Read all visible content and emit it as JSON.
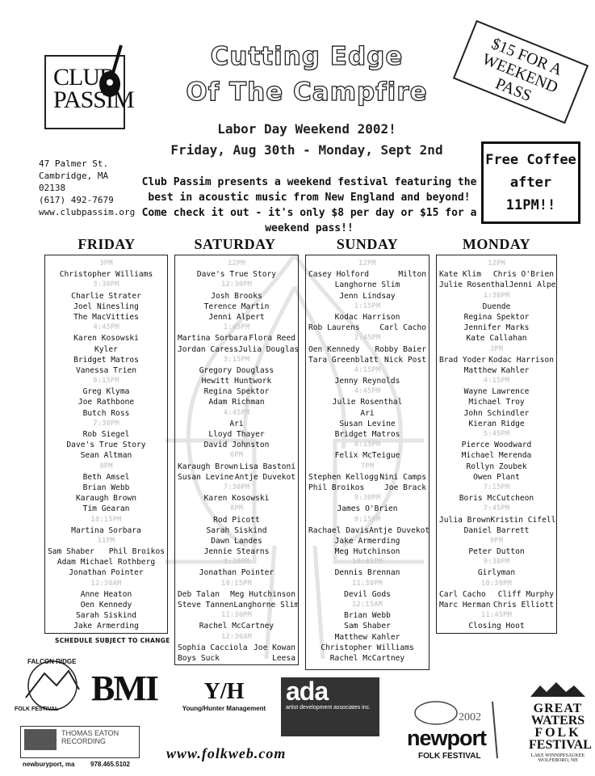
{
  "header": {
    "logo_line1": "CLUB",
    "logo_line2": "PASSIM",
    "title_line1": "Cutting Edge",
    "title_line2": "Of The Campfire",
    "subtitle1": "Labor Day Weekend 2002!",
    "subtitle2": "Friday, Aug 30th - Monday, Sept 2nd",
    "pass_badge": "$15 FOR A WEEKEND PASS",
    "coffee_line1": "Free Coffee",
    "coffee_line2": "after",
    "coffee_line3": "11PM!!",
    "address": [
      "47 Palmer St.",
      "Cambridge, MA",
      "02138",
      "(617) 492-7679",
      "www.clubpassim.org"
    ],
    "intro": "Club Passim presents a weekend festival featuring the best in acoustic music from New England and beyond! Come check it out - it's only $8 per day or $15 for a weekend pass!!"
  },
  "days": [
    {
      "name": "FRIDAY",
      "rows": [
        {
          "t": "3PM"
        },
        {
          "a": "Christopher Williams"
        },
        {
          "t": "3:30PM"
        },
        {
          "a": "Charlie Strater"
        },
        {
          "a": "Joel Ninesling"
        },
        {
          "a": "The MacVitties"
        },
        {
          "t": "4:45PM"
        },
        {
          "a": "Karen Kosowski"
        },
        {
          "a": "Kyler"
        },
        {
          "a": "Bridget Matros"
        },
        {
          "a": "Vanessa Trien"
        },
        {
          "t": "6:15PM"
        },
        {
          "a": "Greg Klyma"
        },
        {
          "a": "Joe Rathbone"
        },
        {
          "a": "Butch Ross"
        },
        {
          "t": "7:30PM"
        },
        {
          "a": "Rob Siegel"
        },
        {
          "a": "Dave's True Story"
        },
        {
          "a": "Sean Altman"
        },
        {
          "t": "9PM"
        },
        {
          "a": "Beth Amsel"
        },
        {
          "a": "Brian Webb"
        },
        {
          "a": "Karaugh Brown"
        },
        {
          "a": "Tim Gearan"
        },
        {
          "t": "10:15PM"
        },
        {
          "a": "Martina Sorbara"
        },
        {
          "t": "11PM"
        },
        {
          "l": "Sam Shaber",
          "r": "Phil Broikos"
        },
        {
          "a": "Adam Michael Rothberg"
        },
        {
          "a": "Jonathan Pointer"
        },
        {
          "t": "12:30AM"
        },
        {
          "a": "Anne Heaton"
        },
        {
          "a": "Oen Kennedy"
        },
        {
          "a": "Sarah Siskind"
        },
        {
          "a": "Jake Armerding"
        }
      ]
    },
    {
      "name": "SATURDAY",
      "rows": [
        {
          "t": "12PM"
        },
        {
          "a": "Dave's True Story"
        },
        {
          "t": "12:30PM"
        },
        {
          "a": "Josh Brooks"
        },
        {
          "a": "Terence Martin"
        },
        {
          "a": "Jenni Alpert"
        },
        {
          "t": "1:45PM"
        },
        {
          "l": "Martina Sorbara",
          "r": "Flora Reed"
        },
        {
          "l": "Jordan Caress",
          "r": "Julia Douglass"
        },
        {
          "t": "3:15PM"
        },
        {
          "a": "Gregory Douglass"
        },
        {
          "a": "Hewitt Huntwork"
        },
        {
          "a": "Regina Spektor"
        },
        {
          "a": "Adam Richman"
        },
        {
          "t": "4:45PM"
        },
        {
          "a": "Ari"
        },
        {
          "a": "Lloyd Thayer"
        },
        {
          "a": "David Johnston"
        },
        {
          "t": "6PM"
        },
        {
          "l": "Karaugh Brown",
          "r": "Lisa Bastoni"
        },
        {
          "l": "Susan Levine",
          "r": "Antje Duvekot"
        },
        {
          "t": "7:30PM"
        },
        {
          "a": "Karen Kosowski"
        },
        {
          "t": "8PM"
        },
        {
          "a": "Rod Picott"
        },
        {
          "a": "Sarah Siskind"
        },
        {
          "a": "Dawn Landes"
        },
        {
          "a": "Jennie Stearns"
        },
        {
          "t": "9:30PM"
        },
        {
          "a": "Jonathan Pointer"
        },
        {
          "t": "10:15PM"
        },
        {
          "l": "Deb Talan",
          "r": "Meg Hutchinson"
        },
        {
          "l": "Steve Tannen",
          "r": "Langhorne Slim"
        },
        {
          "t": "11:30PM"
        },
        {
          "a": "Rachel McCartney"
        },
        {
          "t": "12:30AM"
        },
        {
          "l": "Sophia Cacciola",
          "r": "Joe Kowan"
        },
        {
          "l": "Boys Suck",
          "r": "Leesa"
        }
      ]
    },
    {
      "name": "SUNDAY",
      "rows": [
        {
          "t": "12PM"
        },
        {
          "l": "Casey Holford",
          "r": "Milton"
        },
        {
          "a": "Langhorne Slim"
        },
        {
          "a": "Jenn Lindsay"
        },
        {
          "t": "1:15PM"
        },
        {
          "a": "Kodac Harrison"
        },
        {
          "l": "Rob Laurens",
          "r": "Carl Cacho"
        },
        {
          "t": "2:45PM"
        },
        {
          "l": "Oen Kennedy",
          "r": "Robby Baier"
        },
        {
          "l": "Tara Greenblatt",
          "r": "Nick Post"
        },
        {
          "t": "4:15PM"
        },
        {
          "a": "Jenny Reynolds"
        },
        {
          "t": "4:45PM"
        },
        {
          "a": "Julie Rosenthal"
        },
        {
          "a": "Ari"
        },
        {
          "a": "Susan Levine"
        },
        {
          "a": "Bridget Matros"
        },
        {
          "t": "6:15PM"
        },
        {
          "a": "Felix McTeigue"
        },
        {
          "t": "7PM"
        },
        {
          "l": "Stephen Kellogg",
          "r": "Nini Camps"
        },
        {
          "l": "Phil Broikos",
          "r": "Joe Brack"
        },
        {
          "t": "8:30PM"
        },
        {
          "a": "James O'Brien"
        },
        {
          "t": "9:15PM"
        },
        {
          "l": "Rachael Davis",
          "r": "Antje Duvekot"
        },
        {
          "a": "Jake Armerding"
        },
        {
          "a": "Meg Hutchinson"
        },
        {
          "t": "10:45PM"
        },
        {
          "a": "Dennis Brennan"
        },
        {
          "t": "11:30PM"
        },
        {
          "a": "Devil Gods"
        },
        {
          "t": "12:15AM"
        },
        {
          "a": "Brian Webb"
        },
        {
          "a": "Sam Shaber"
        },
        {
          "a": "Matthew Kahler"
        },
        {
          "a": "Christopher Williams"
        },
        {
          "a": "Rachel McCartney"
        }
      ]
    },
    {
      "name": "MONDAY",
      "rows": [
        {
          "t": "12PM"
        },
        {
          "l": "Kate Klim",
          "r": "Chris O'Brien"
        },
        {
          "l": "Julie Rosenthal",
          "r": "Jenni Alpert"
        },
        {
          "t": "1:30PM"
        },
        {
          "a": "Duende"
        },
        {
          "a": "Regina Spektor"
        },
        {
          "a": "Jennifer Marks"
        },
        {
          "a": "Kate Callahan"
        },
        {
          "t": "3PM"
        },
        {
          "l": "Brad Yoder",
          "r": "Kodac Harrison"
        },
        {
          "a": "Matthew Kahler"
        },
        {
          "t": "4:15PM"
        },
        {
          "a": "Wayne Lawrence"
        },
        {
          "a": "Michael Troy"
        },
        {
          "a": "John Schindler"
        },
        {
          "a": "Kieran Ridge"
        },
        {
          "t": "5:45PM"
        },
        {
          "a": "Pierce Woodward"
        },
        {
          "a": "Michael Merenda"
        },
        {
          "a": "Rollyn Zoubek"
        },
        {
          "a": "Owen Plant"
        },
        {
          "t": "7:15PM"
        },
        {
          "a": "Boris McCutcheon"
        },
        {
          "t": "7:45PM"
        },
        {
          "l": "Julia Brown",
          "r": "Kristin Cifelli"
        },
        {
          "a": "Daniel Barrett"
        },
        {
          "t": "9PM"
        },
        {
          "a": "Peter Dutton"
        },
        {
          "t": "9:30PM"
        },
        {
          "a": "Girlyman"
        },
        {
          "t": "10:30PM"
        },
        {
          "l": "Carl Cacho",
          "r": "Cliff Murphy"
        },
        {
          "l": "Marc Herman",
          "r": "Chris Elliott"
        },
        {
          "t": "11:45PM"
        },
        {
          "a": "Closing Hoot"
        }
      ]
    }
  ],
  "schedule_note": "SCHEDULE SUBJECT TO CHANGE",
  "sponsors": {
    "falcon_top": "FALCON RIDGE",
    "falcon_bottom": "FOLK FESTIVAL",
    "bmi": "BMI",
    "yh_mark": "Y/H",
    "yh_name": "Young/Hunter Management",
    "ada_mark": "ada",
    "ada_name": "artist development associates inc.",
    "newport_year": "2002",
    "newport_name": "newport",
    "newport_sub": "FOLK FESTIVAL",
    "thomas_name": "THOMAS EATON RECORDING",
    "thomas_city": "newburyport, ma",
    "thomas_phone": "978.465.5102",
    "gw_lines": [
      "GREAT",
      "WATERS",
      "FOLK",
      "FESTIVAL"
    ],
    "gw_sub1": "LAKE WINNIPESAUKEE",
    "gw_sub2": "WOLFEBORO, NH"
  },
  "footer_url": "www.folkweb.com"
}
